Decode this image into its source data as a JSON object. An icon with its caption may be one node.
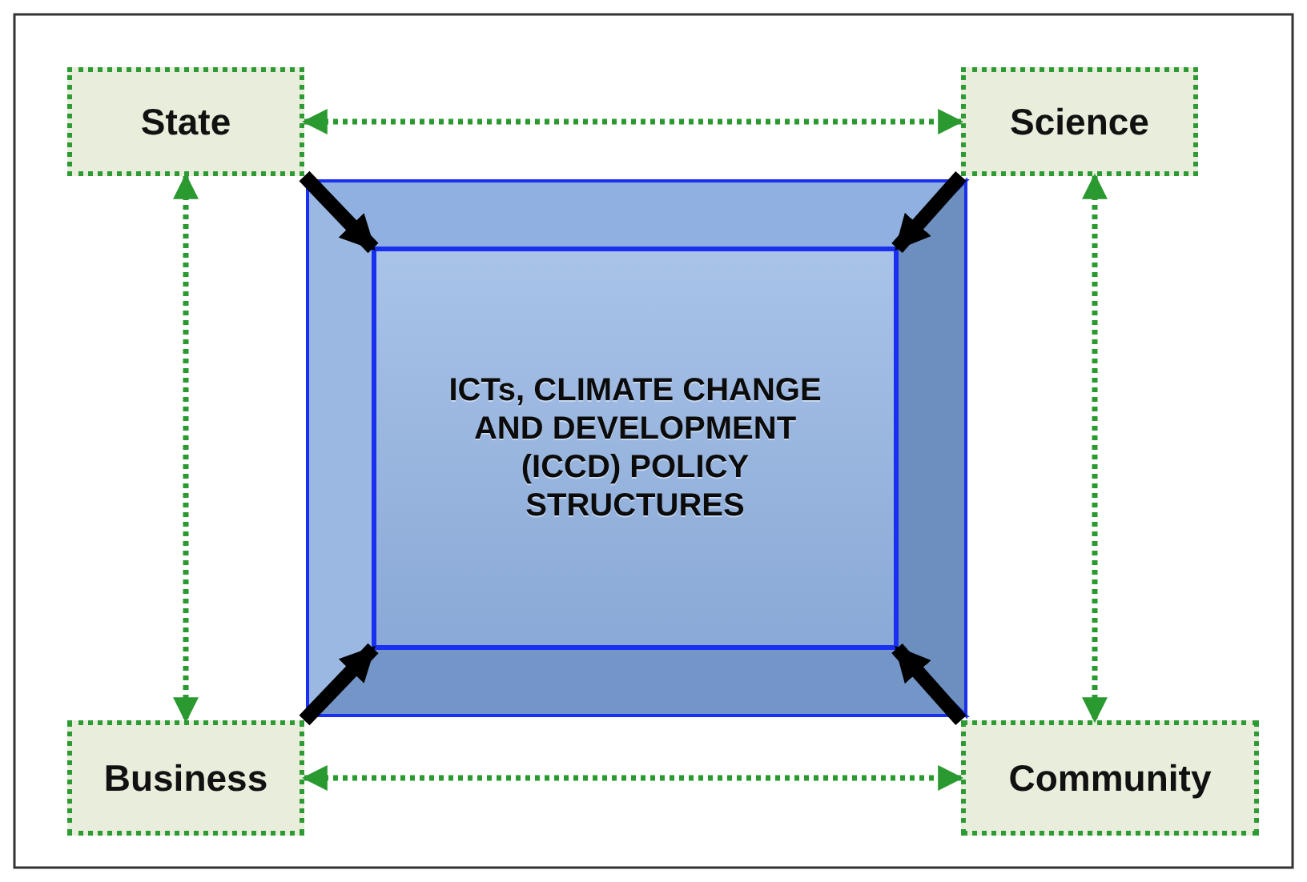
{
  "diagram": {
    "nodes": [
      {
        "text": [
          "State"
        ]
      },
      {
        "text": [
          "Science"
        ]
      },
      {
        "text": [
          "ICTs, CLIMATE CHANGE AND DEVELOPMENT (ICCD) POLICY STRUCTURES"
        ]
      },
      {
        "text": [
          "Business"
        ]
      },
      {
        "text": [
          "Community"
        ]
      }
    ],
    "edges": [
      {
        "from": 0,
        "to": 1,
        "arrow": "both",
        "style": "dashed"
      },
      {
        "from": 0,
        "to": 3,
        "arrow": "both",
        "style": "dashed"
      },
      {
        "from": 1,
        "to": 4,
        "arrow": "both",
        "style": "dashed"
      },
      {
        "from": 3,
        "to": 4,
        "arrow": "both",
        "style": "dashed"
      },
      {
        "from": 0,
        "to": 2,
        "arrow": "to",
        "style": "thick",
        "color": "#000000"
      },
      {
        "from": 1,
        "to": 2,
        "arrow": "to",
        "style": "thick",
        "color": "#000000"
      },
      {
        "from": 3,
        "to": 2,
        "arrow": "to",
        "style": "thick",
        "color": "#000000"
      },
      {
        "from": 4,
        "to": 2,
        "arrow": "to",
        "style": "thick",
        "color": "#000000"
      }
    ]
  }
}
